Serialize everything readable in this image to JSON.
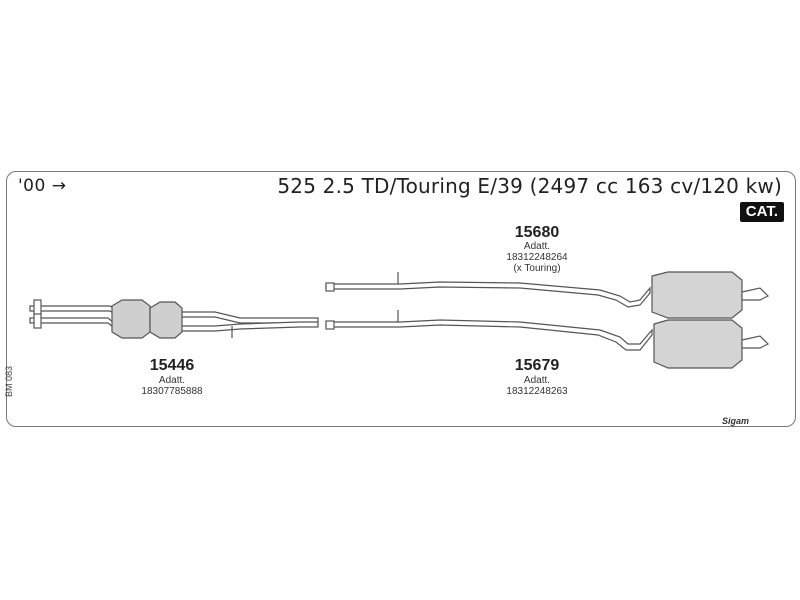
{
  "header": {
    "year": "'00 →",
    "title": "525 2.5 TD/Touring E/39 (2497 cc 163 cv/120 kw)",
    "badge": "CAT."
  },
  "parts": [
    {
      "number": "15680",
      "label": "Adatt.",
      "code": "18312248264",
      "note": "(x Touring)"
    },
    {
      "number": "15446",
      "label": "Adatt.",
      "code": "18307785888"
    },
    {
      "number": "15679",
      "label": "Adatt.",
      "code": "18312248263"
    }
  ],
  "side_code": "BM 083",
  "brand": "Sigam",
  "colors": {
    "line": "#555555",
    "fill": "#ffffff",
    "shade": "#bdbdbd",
    "badge_bg": "#111111"
  }
}
